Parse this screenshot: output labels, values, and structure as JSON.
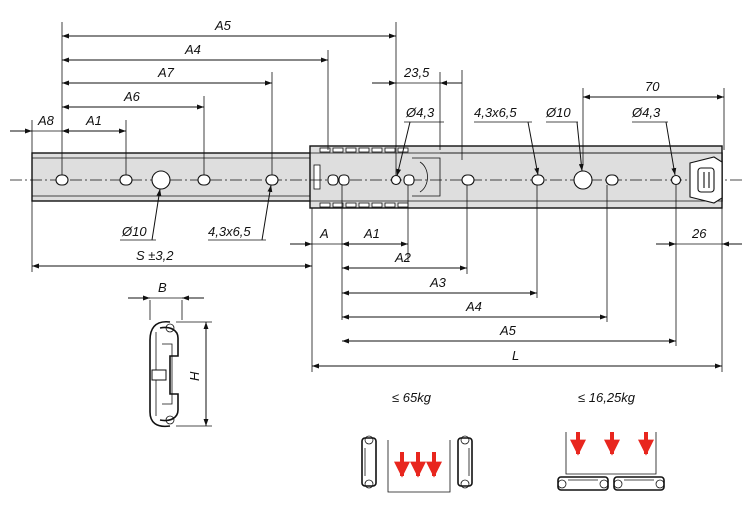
{
  "colors": {
    "rail_fill": "#dedede",
    "line": "#111111",
    "arrow_red": "#e8261e"
  },
  "labels": {
    "a5_top": "A5",
    "a4_top": "A4",
    "a7": "A7",
    "a6": "A6",
    "a8": "A8",
    "a1_top": "A1",
    "d235": "23,5",
    "d43_top": "Ø4,3",
    "slot_top": "4,3x6,5",
    "d10_top": "Ø10",
    "d70": "70",
    "d43_right": "Ø4,3",
    "d10_bottom": "Ø10",
    "slot_bottom": "4,3x6,5",
    "a_bottom": "A",
    "a1_bottom": "A1",
    "a2": "A2",
    "a3": "A3",
    "a4_bottom": "A4",
    "a5_bottom": "A5",
    "l": "L",
    "s": "S ±3,2",
    "d26": "26",
    "b": "B",
    "h": "H",
    "load_vertical": "≤ 65kg",
    "load_horizontal": "≤ 16,25kg"
  }
}
